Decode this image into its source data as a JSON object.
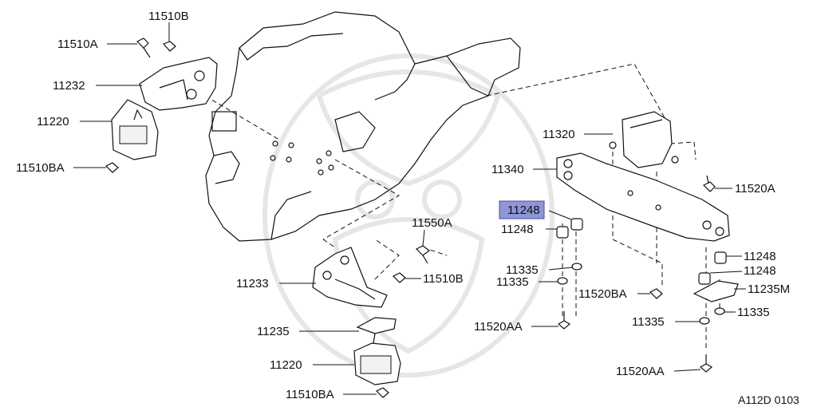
{
  "labels": {
    "l_11510B_top": "11510B",
    "l_11510A": "11510A",
    "l_11232": "11232",
    "l_11220_top": "11220",
    "l_11510BA_top": "11510BA",
    "l_11550A": "11550A",
    "l_11510B_mid": "11510B",
    "l_11233": "11233",
    "l_11235": "11235",
    "l_11220_bot": "11220",
    "l_11510BA_bot": "11510BA",
    "l_11320": "11320",
    "l_11340": "11340",
    "l_11520A": "11520A",
    "l_11248_hl": "11248",
    "l_11248_a": "11248",
    "l_11248_b": "11248",
    "l_11248_c": "11248",
    "l_11335_a": "11335",
    "l_11335_b": "11335",
    "l_11520BA": "11520BA",
    "l_11235M": "11235M",
    "l_11335_c": "11335",
    "l_11335_d": "11335",
    "l_11520AA_left": "11520AA",
    "l_11520AA_bot": "11520AA",
    "diagram_code": "A112D 0103"
  },
  "colors": {
    "highlight": "#8f95d8",
    "line": "#111111"
  }
}
